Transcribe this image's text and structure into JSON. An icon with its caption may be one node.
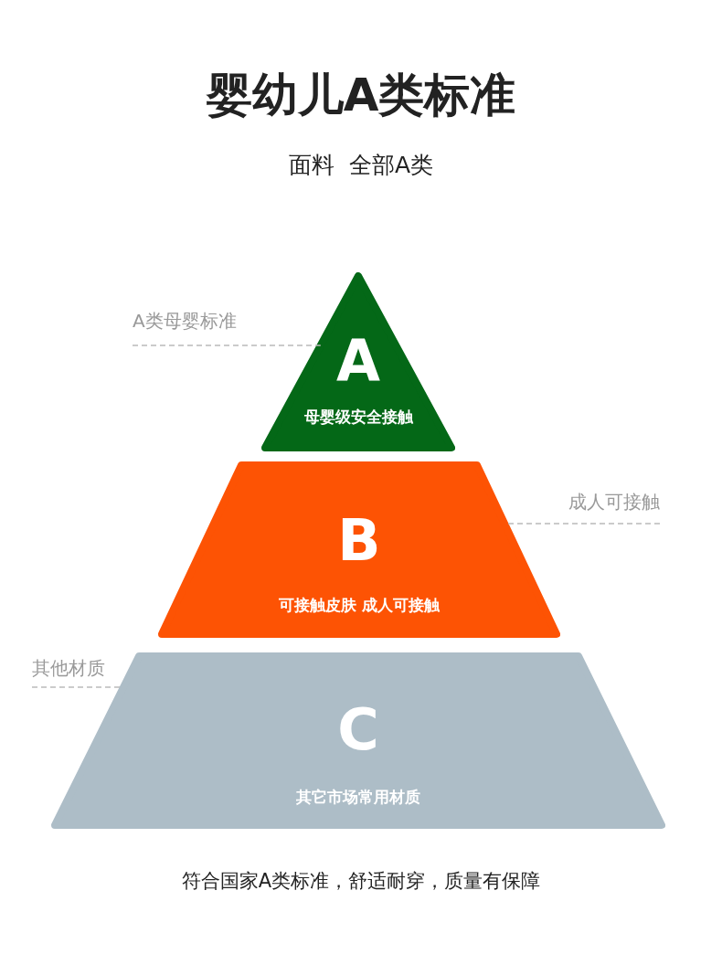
{
  "diagram": {
    "title": "婴幼儿A类标准",
    "caption": "符合国家A类标准，舒适耐穿，质量有保障",
    "nodes": [
      {
        "text": [
          "A",
          "母婴级安全接触"
        ]
      },
      {
        "text": [
          "B",
          "可接触皮肤 成人可接触"
        ]
      },
      {
        "text": [
          "C",
          "其它市场常用材质"
        ]
      },
      {
        "text": [
          "A类母婴标准"
        ]
      },
      {
        "text": [
          "成人可接触"
        ]
      },
      {
        "text": [
          "其他材质"
        ]
      }
    ],
    "edges": [
      {
        "from": 3,
        "to": 0,
        "arrow": "none",
        "style": "dashed"
      },
      {
        "from": 4,
        "to": 1,
        "arrow": "none",
        "style": "dashed"
      },
      {
        "from": 5,
        "to": 2,
        "arrow": "none",
        "style": "dashed"
      }
    ],
    "labels": [
      "面料  全部A类"
    ]
  }
}
